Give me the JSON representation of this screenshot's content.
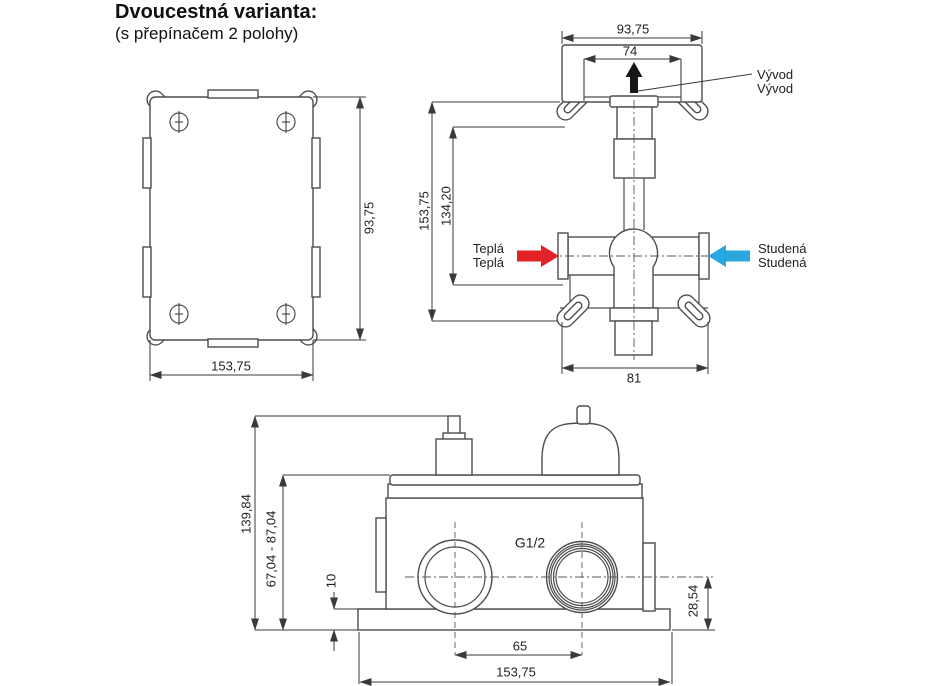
{
  "title": "Dvoucestná varianta:",
  "subtitle": "(s přepínačem 2 polohy)",
  "colors": {
    "hot": "#e32227",
    "cold": "#29a8e0",
    "outlet": "#161616"
  },
  "front_view": {
    "dim_height": "93,75",
    "dim_width": "153,75"
  },
  "rear_view": {
    "dim_top_outer": "93,75",
    "dim_top_inner": "74",
    "dim_left_outer": "153,75",
    "dim_left_inner": "134,20",
    "dim_bottom": "81",
    "outlet_lines": [
      "Vývod",
      "Vývod"
    ],
    "hot_lines": [
      "Teplá",
      "Teplá"
    ],
    "cold_lines": [
      "Studená",
      "Studená"
    ]
  },
  "side_view": {
    "dim_height_outer": "139,84",
    "dim_height_range": "67,04 - 87,04",
    "dim_step": "10",
    "thread_label": "G1/2",
    "dim_bottom_right": "28,54",
    "dim_port_spacing": "65",
    "dim_width": "153,75"
  }
}
